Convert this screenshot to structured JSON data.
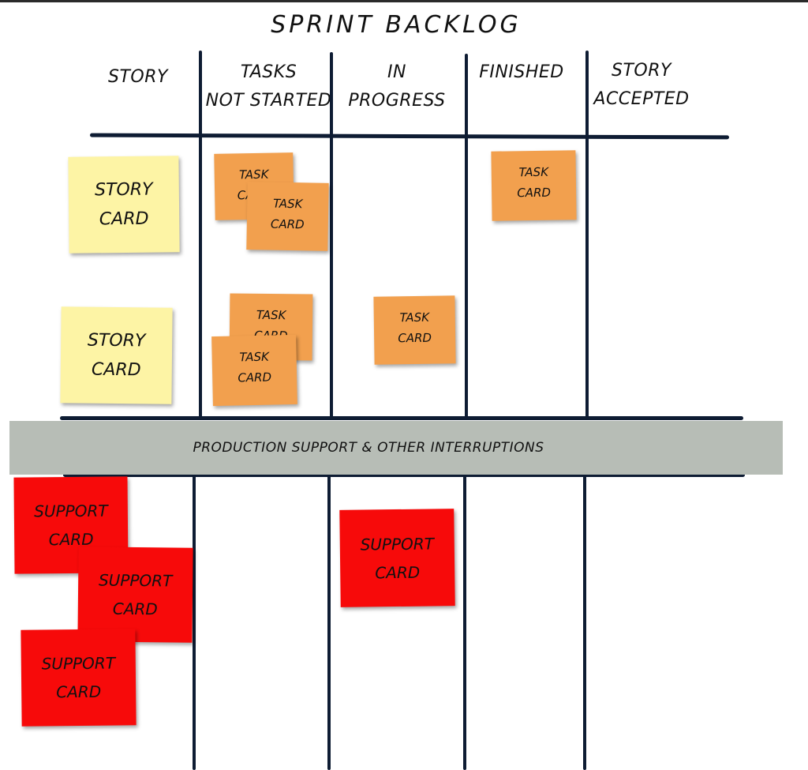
{
  "board": {
    "title": "SPRINT BACKLOG",
    "columns": [
      {
        "lines": [
          "STORY"
        ]
      },
      {
        "lines": [
          "TASKS",
          "NOT STARTED"
        ]
      },
      {
        "lines": [
          "IN PROGRESS"
        ]
      },
      {
        "lines": [
          "FINISHED"
        ]
      },
      {
        "lines": [
          "STORY",
          "ACCEPTED"
        ]
      }
    ],
    "interruptions_label": "PRODUCTION SUPPORT & OTHER INTERRUPTIONS"
  },
  "cards": {
    "story": [
      "STORY",
      "CARD"
    ],
    "task": [
      "TASK",
      "CARD"
    ],
    "support": [
      "SUPPORT",
      "CARD"
    ]
  },
  "colors": {
    "story_card": "#fdf4a5",
    "task_card": "#f2a04e",
    "support_card": "#f70a0a",
    "interruptions_band": "#b7bdb6",
    "board_lines": "#0e1c33"
  }
}
